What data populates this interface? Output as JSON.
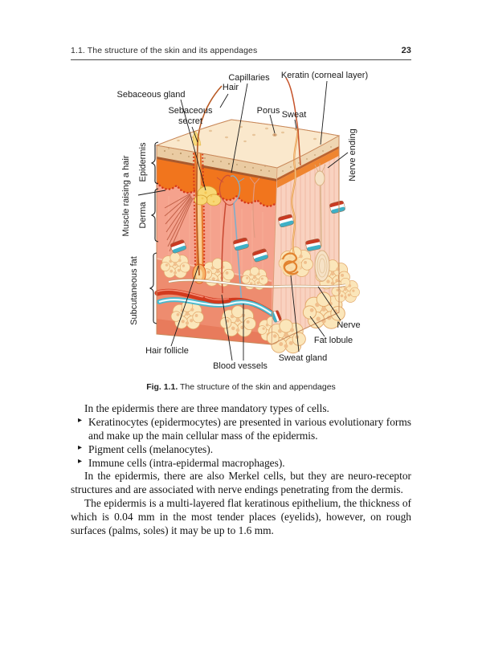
{
  "header": {
    "title": "1.1. The structure of the skin and its appendages",
    "page_number": "23"
  },
  "figure": {
    "caption_bold": "Fig. 1.1.",
    "caption_text": " The structure of the skin and appendages",
    "labels": {
      "sebaceous_gland": "Sebaceous gland",
      "sebaceous_secret_line1": "Sebaceous",
      "sebaceous_secret_line2": "secret",
      "hair": "Hair",
      "capillaries": "Capillaries",
      "porus": "Porus",
      "sweat": "Sweat",
      "keratin": "Keratin (corneal layer)",
      "epidermis": "Epidermis",
      "derma": "Derma",
      "muscle": "Muscle raising a hair",
      "subcutaneous_fat": "Subcutaneous fat",
      "nerve_ending": "Nerve ending",
      "hair_follicle": "Hair follicle",
      "blood_vessels": "Blood vessels",
      "sweat_gland": "Sweat gland",
      "fat_lobule": "Fat lobule",
      "nerve": "Nerve"
    },
    "colors": {
      "epidermis_orange": "#f1751d",
      "dermis_pink": "#f5a28d",
      "subcutis_salmon": "#ee8c6f",
      "fat_cream": "#fbe6ba",
      "artery_red": "#d23a1e",
      "vein_teal": "#49b8cc",
      "corneum_tan": "#eacba2"
    }
  },
  "body": {
    "bullet_marker": "▸",
    "paragraph1": "In the epidermis there are three mandatory types of cells.",
    "bullets": [
      "Keratinocytes (epidermocytes) are presented in various evolutionary forms and make up the main cellular mass of the epidermis.",
      "Pigment cells (melanocytes).",
      "Immune cells (intra-epidermal macrophages)."
    ],
    "paragraph2": "In the epidermis, there are also Merkel cells, but they are neuro-receptor structures and are associated with nerve endings penetrating from the dermis.",
    "paragraph3": "The epidermis is a multi-layered flat keratinous epithelium, the thickness of which is 0.04 mm in the most tender places (eyelids), however, on rough surfaces (palms, soles) it may be up to 1.6 mm."
  }
}
